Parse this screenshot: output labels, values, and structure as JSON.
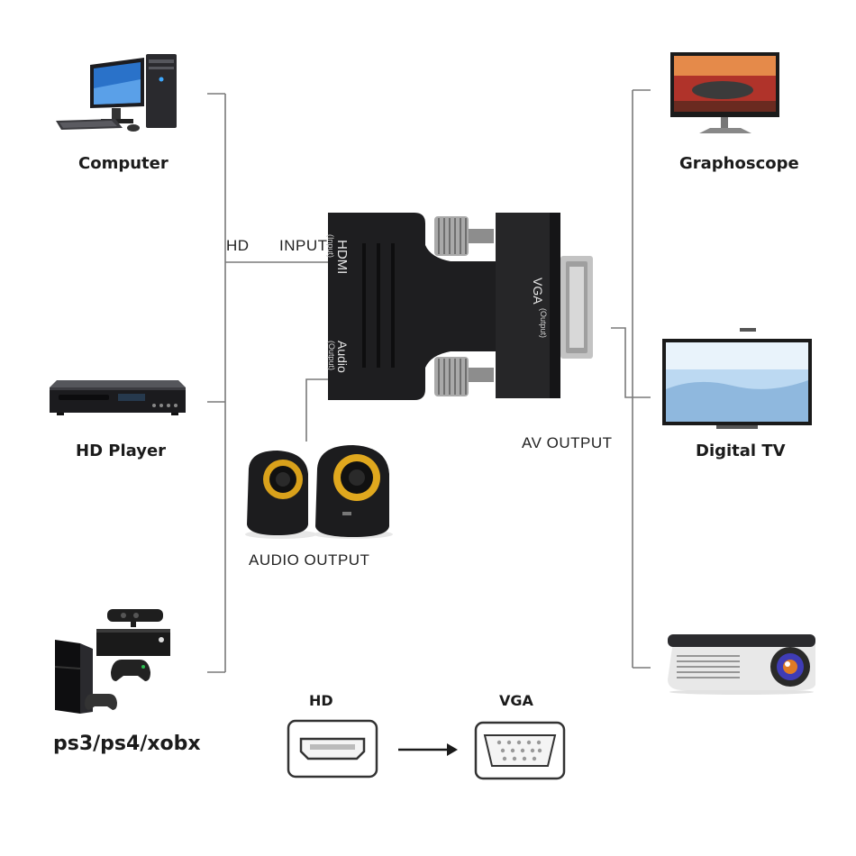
{
  "left_devices": [
    {
      "label": "Computer",
      "icon": "computer-icon"
    },
    {
      "label": "HD Player",
      "icon": "hd-player-icon"
    },
    {
      "label": "ps3/ps4/xobx",
      "icon": "game-console-icon"
    }
  ],
  "right_devices": [
    {
      "label": "Graphoscope",
      "icon": "monitor-icon"
    },
    {
      "label": "Digital TV",
      "icon": "tv-icon"
    },
    {
      "label": "",
      "icon": "projector-icon"
    }
  ],
  "line_labels": {
    "hd": "HD",
    "input": "INPUT",
    "av_output": "AV OUTPUT",
    "audio_output": "AUDIO OUTPUT"
  },
  "adapter": {
    "hdmi": "HDMI",
    "hdmi_sub": "(Input)",
    "audio": "Audio",
    "audio_sub": "(Output)",
    "vga": "VGA",
    "vga_sub": "(Output)"
  },
  "bottom": {
    "hd_label": "HD",
    "vga_label": "VGA"
  },
  "colors": {
    "line": "#7a7a7a",
    "adapter_body": "#1e1e20",
    "speaker_ring": "#e0a81e",
    "metal": "#b9b9b9"
  }
}
